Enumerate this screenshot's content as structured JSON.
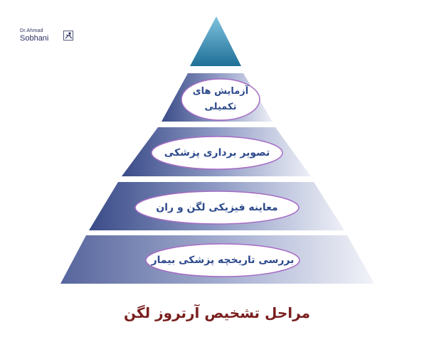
{
  "logo": {
    "line1": "Dr.Ahmad",
    "line2": "Sobhani"
  },
  "caption": "مراحل تشخیص آرتروز لگن",
  "tiers": [
    {
      "label": "بررسی تاریخچه پزشکی بیمار"
    },
    {
      "label": "معاینه فیزیکی لگن و ران"
    },
    {
      "label": "تصویر برداری پزشکی"
    },
    {
      "label_line1": "آزمایش های",
      "label_line2": "تکمیلی"
    }
  ],
  "colors": {
    "apex": "#2f8ab0",
    "tier_dark": "#3a4b88",
    "tier_light": "#e8ebf5",
    "ellipse_border": "#a66bc4",
    "label": "#2d4a8c",
    "caption": "#7a1f1f",
    "logo": "#2a2f5f"
  }
}
